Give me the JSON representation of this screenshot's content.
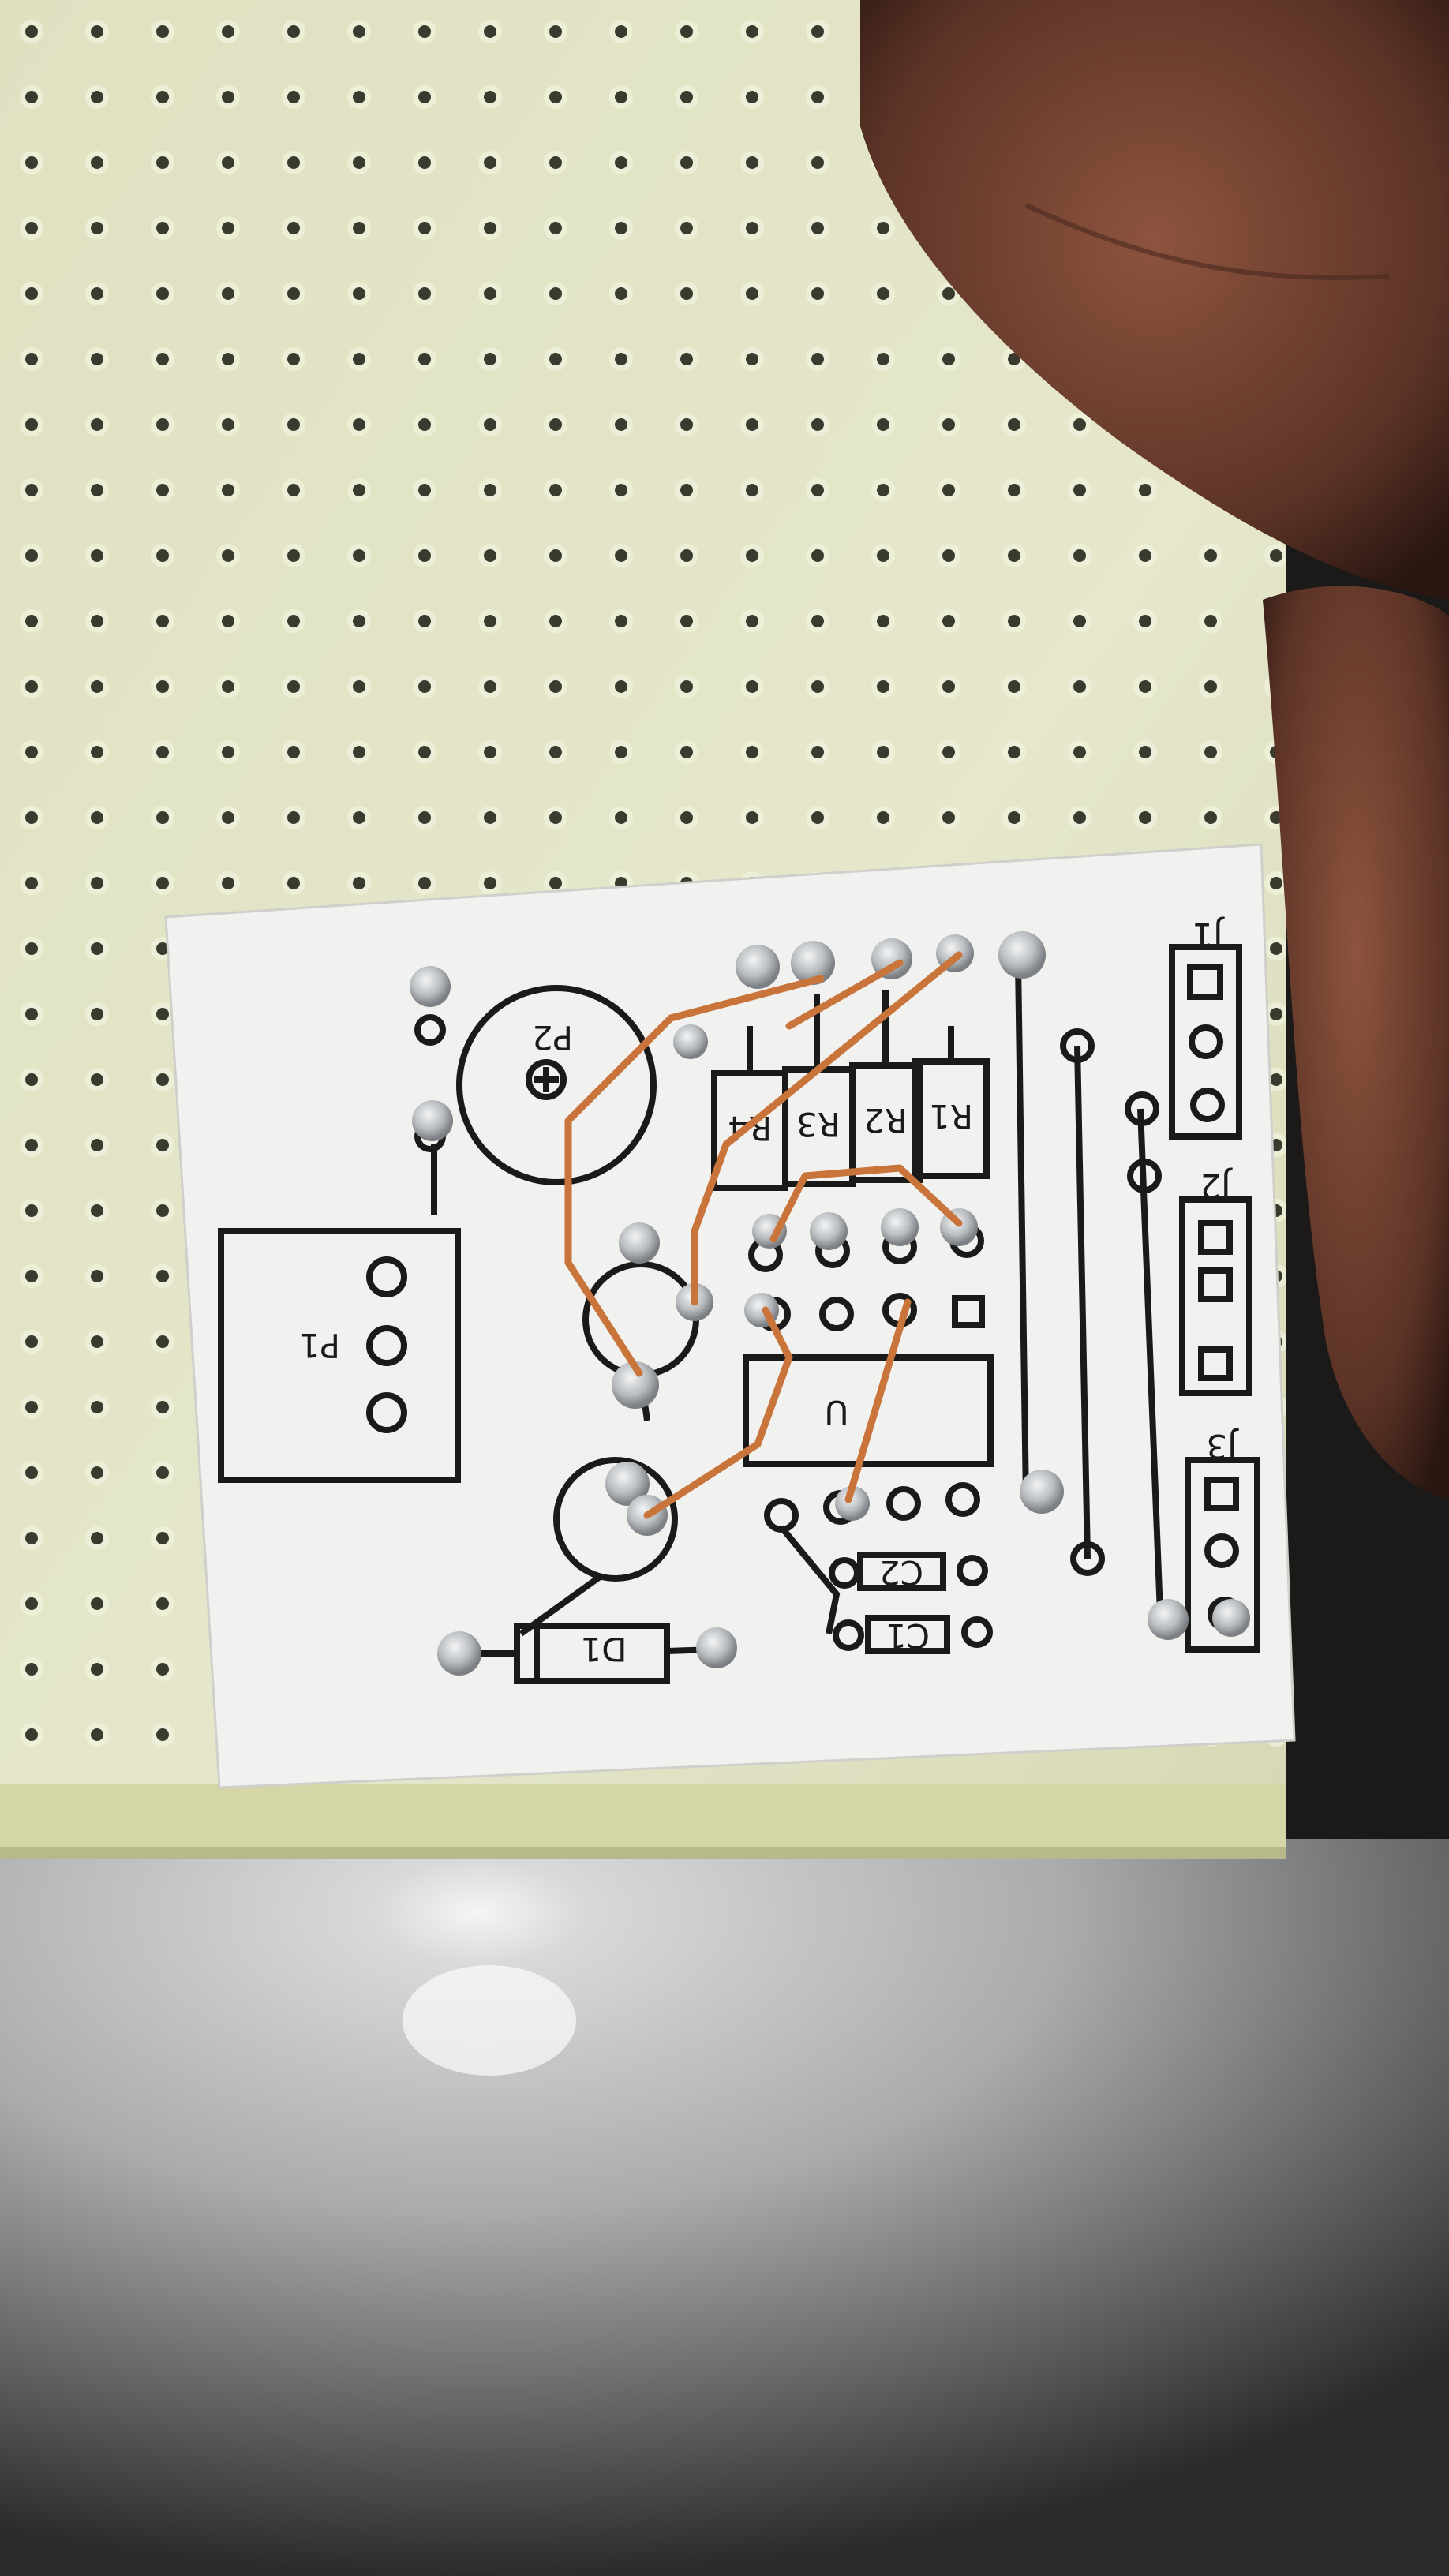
{
  "photo": {
    "subject": "perforated prototype board with printed PCB layout sticker",
    "colors": {
      "board": "#e2e3c4",
      "hole": "#3a3a2e",
      "sticker": "#f1f1ef",
      "silkscreen": "#1a1a1a",
      "wire": "#c8743a",
      "solder": "#bfc2c4",
      "table": "#c9cbcd",
      "skin": "#7a4634"
    }
  },
  "labels": {
    "j1": "J1",
    "j2": "J2",
    "j3": "J3",
    "p1": "P1",
    "p2": "P2",
    "r1": "R1",
    "r2": "R2",
    "r3": "R3",
    "r4": "R4",
    "u": "U",
    "c1": "C1",
    "c2": "C2",
    "d1": "D1"
  }
}
